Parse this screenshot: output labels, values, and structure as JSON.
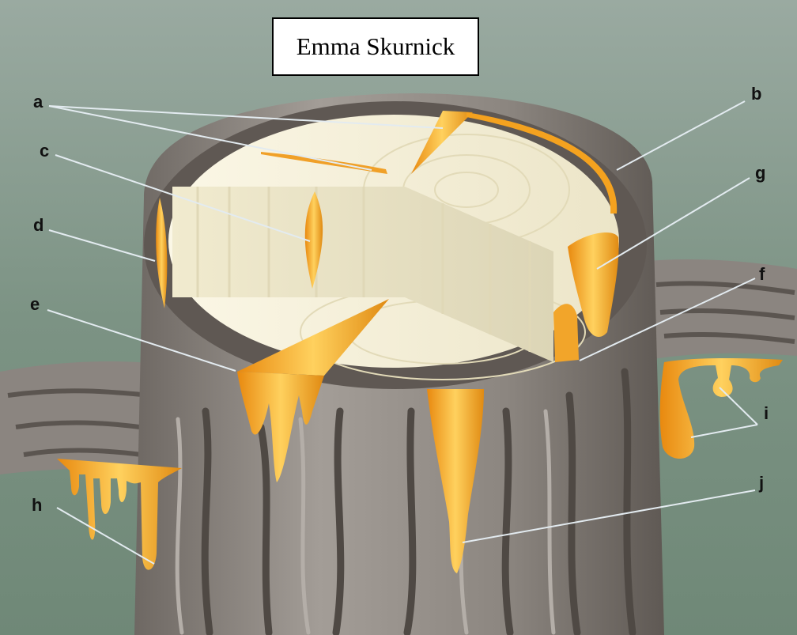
{
  "name_box": {
    "text": "Emma Skurnick"
  },
  "labels": {
    "a": "a",
    "b": "b",
    "c": "c",
    "d": "d",
    "e": "e",
    "f": "f",
    "g": "g",
    "h": "h",
    "i": "i",
    "j": "j"
  },
  "colors": {
    "background": "#7e9384",
    "bark": "#8a8480",
    "bark_dark": "#5d5651",
    "wood": "#f2ecd4",
    "resin": "#f5a623",
    "resin_light": "#ffd36b",
    "leader_line": "#dfe8ee"
  }
}
